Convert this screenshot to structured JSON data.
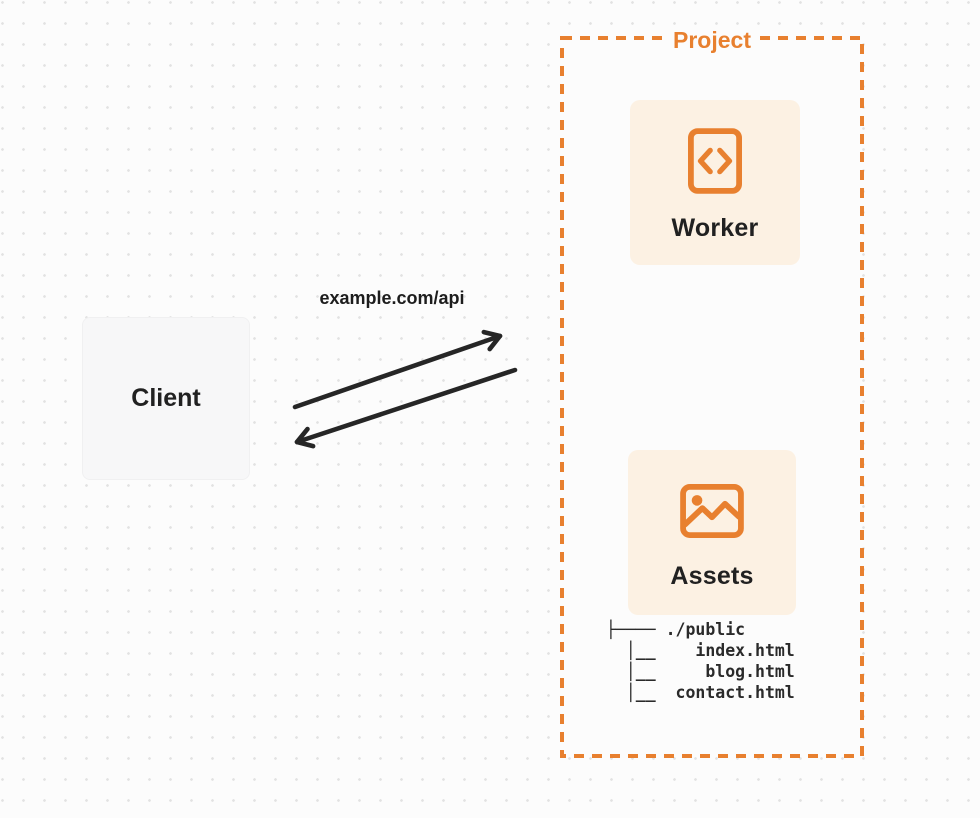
{
  "colors": {
    "accent": "#E8802F",
    "card_bg": "#FCF1E3",
    "client_bg": "#F7F7F8",
    "text_dark": "#212121",
    "arrow": "#262626",
    "dot": "#E2E2E2",
    "page_bg": "#FCFCFC"
  },
  "diagram": {
    "client": {
      "label": "Client"
    },
    "request_label": "example.com/api",
    "project": {
      "label": "Project",
      "nodes": [
        {
          "id": "worker",
          "label": "Worker",
          "icon": "code-file-icon"
        },
        {
          "id": "assets",
          "label": "Assets",
          "icon": "image-icon"
        }
      ],
      "file_tree": {
        "text": "├──── ./public\n  │__    index.html\n  │__     blog.html\n  │__  contact.html",
        "root": "./public",
        "files": [
          "index.html",
          "blog.html",
          "contact.html"
        ]
      }
    }
  }
}
